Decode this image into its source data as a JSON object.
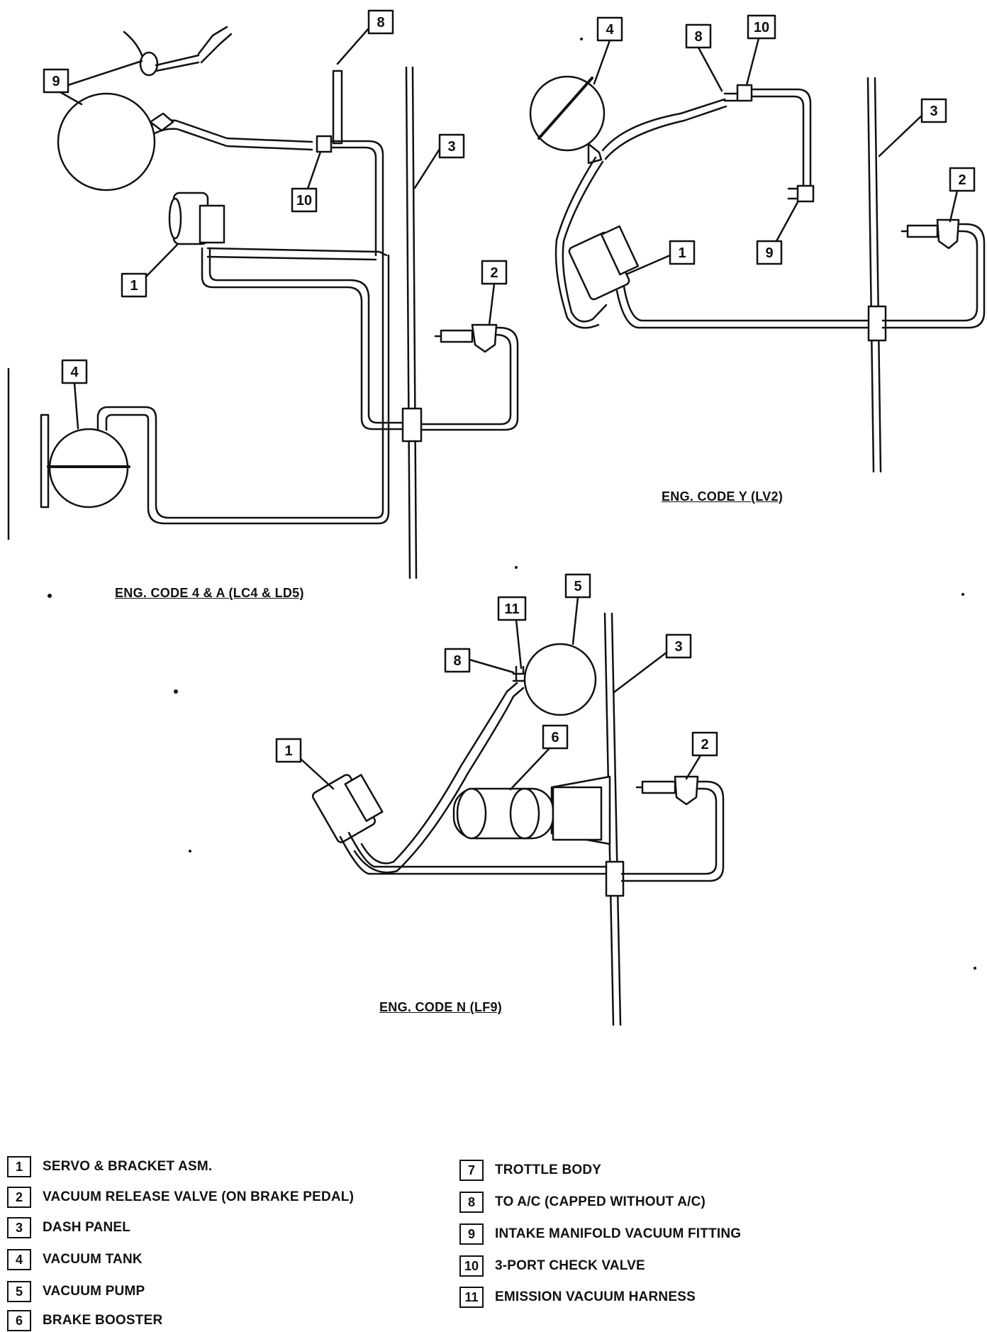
{
  "diagrams": {
    "top_left": {
      "caption": "ENG. CODE 4 & A (LC4 & LD5)",
      "callouts": [
        "8",
        "9",
        "10",
        "1",
        "3",
        "2",
        "4"
      ]
    },
    "top_right": {
      "caption": "ENG. CODE Y (LV2)",
      "callouts": [
        "4",
        "8",
        "10",
        "3",
        "2",
        "9",
        "1"
      ]
    },
    "bottom": {
      "caption": "ENG. CODE N (LF9)",
      "callouts": [
        "11",
        "5",
        "8",
        "3",
        "6",
        "1",
        "2"
      ]
    }
  },
  "legend": {
    "left": [
      {
        "num": "1",
        "text": "SERVO & BRACKET ASM."
      },
      {
        "num": "2",
        "text": "VACUUM RELEASE VALVE (ON BRAKE PEDAL)"
      },
      {
        "num": "3",
        "text": "DASH PANEL"
      },
      {
        "num": "4",
        "text": "VACUUM TANK"
      },
      {
        "num": "5",
        "text": "VACUUM PUMP"
      },
      {
        "num": "6",
        "text": "BRAKE BOOSTER"
      }
    ],
    "right": [
      {
        "num": "7",
        "text": "TROTTLE BODY"
      },
      {
        "num": "8",
        "text": "TO A/C (CAPPED WITHOUT A/C)"
      },
      {
        "num": "9",
        "text": "INTAKE MANIFOLD VACUUM FITTING"
      },
      {
        "num": "10",
        "text": "3-PORT CHECK VALVE"
      },
      {
        "num": "11",
        "text": "EMISSION VACUUM HARNESS"
      }
    ]
  }
}
